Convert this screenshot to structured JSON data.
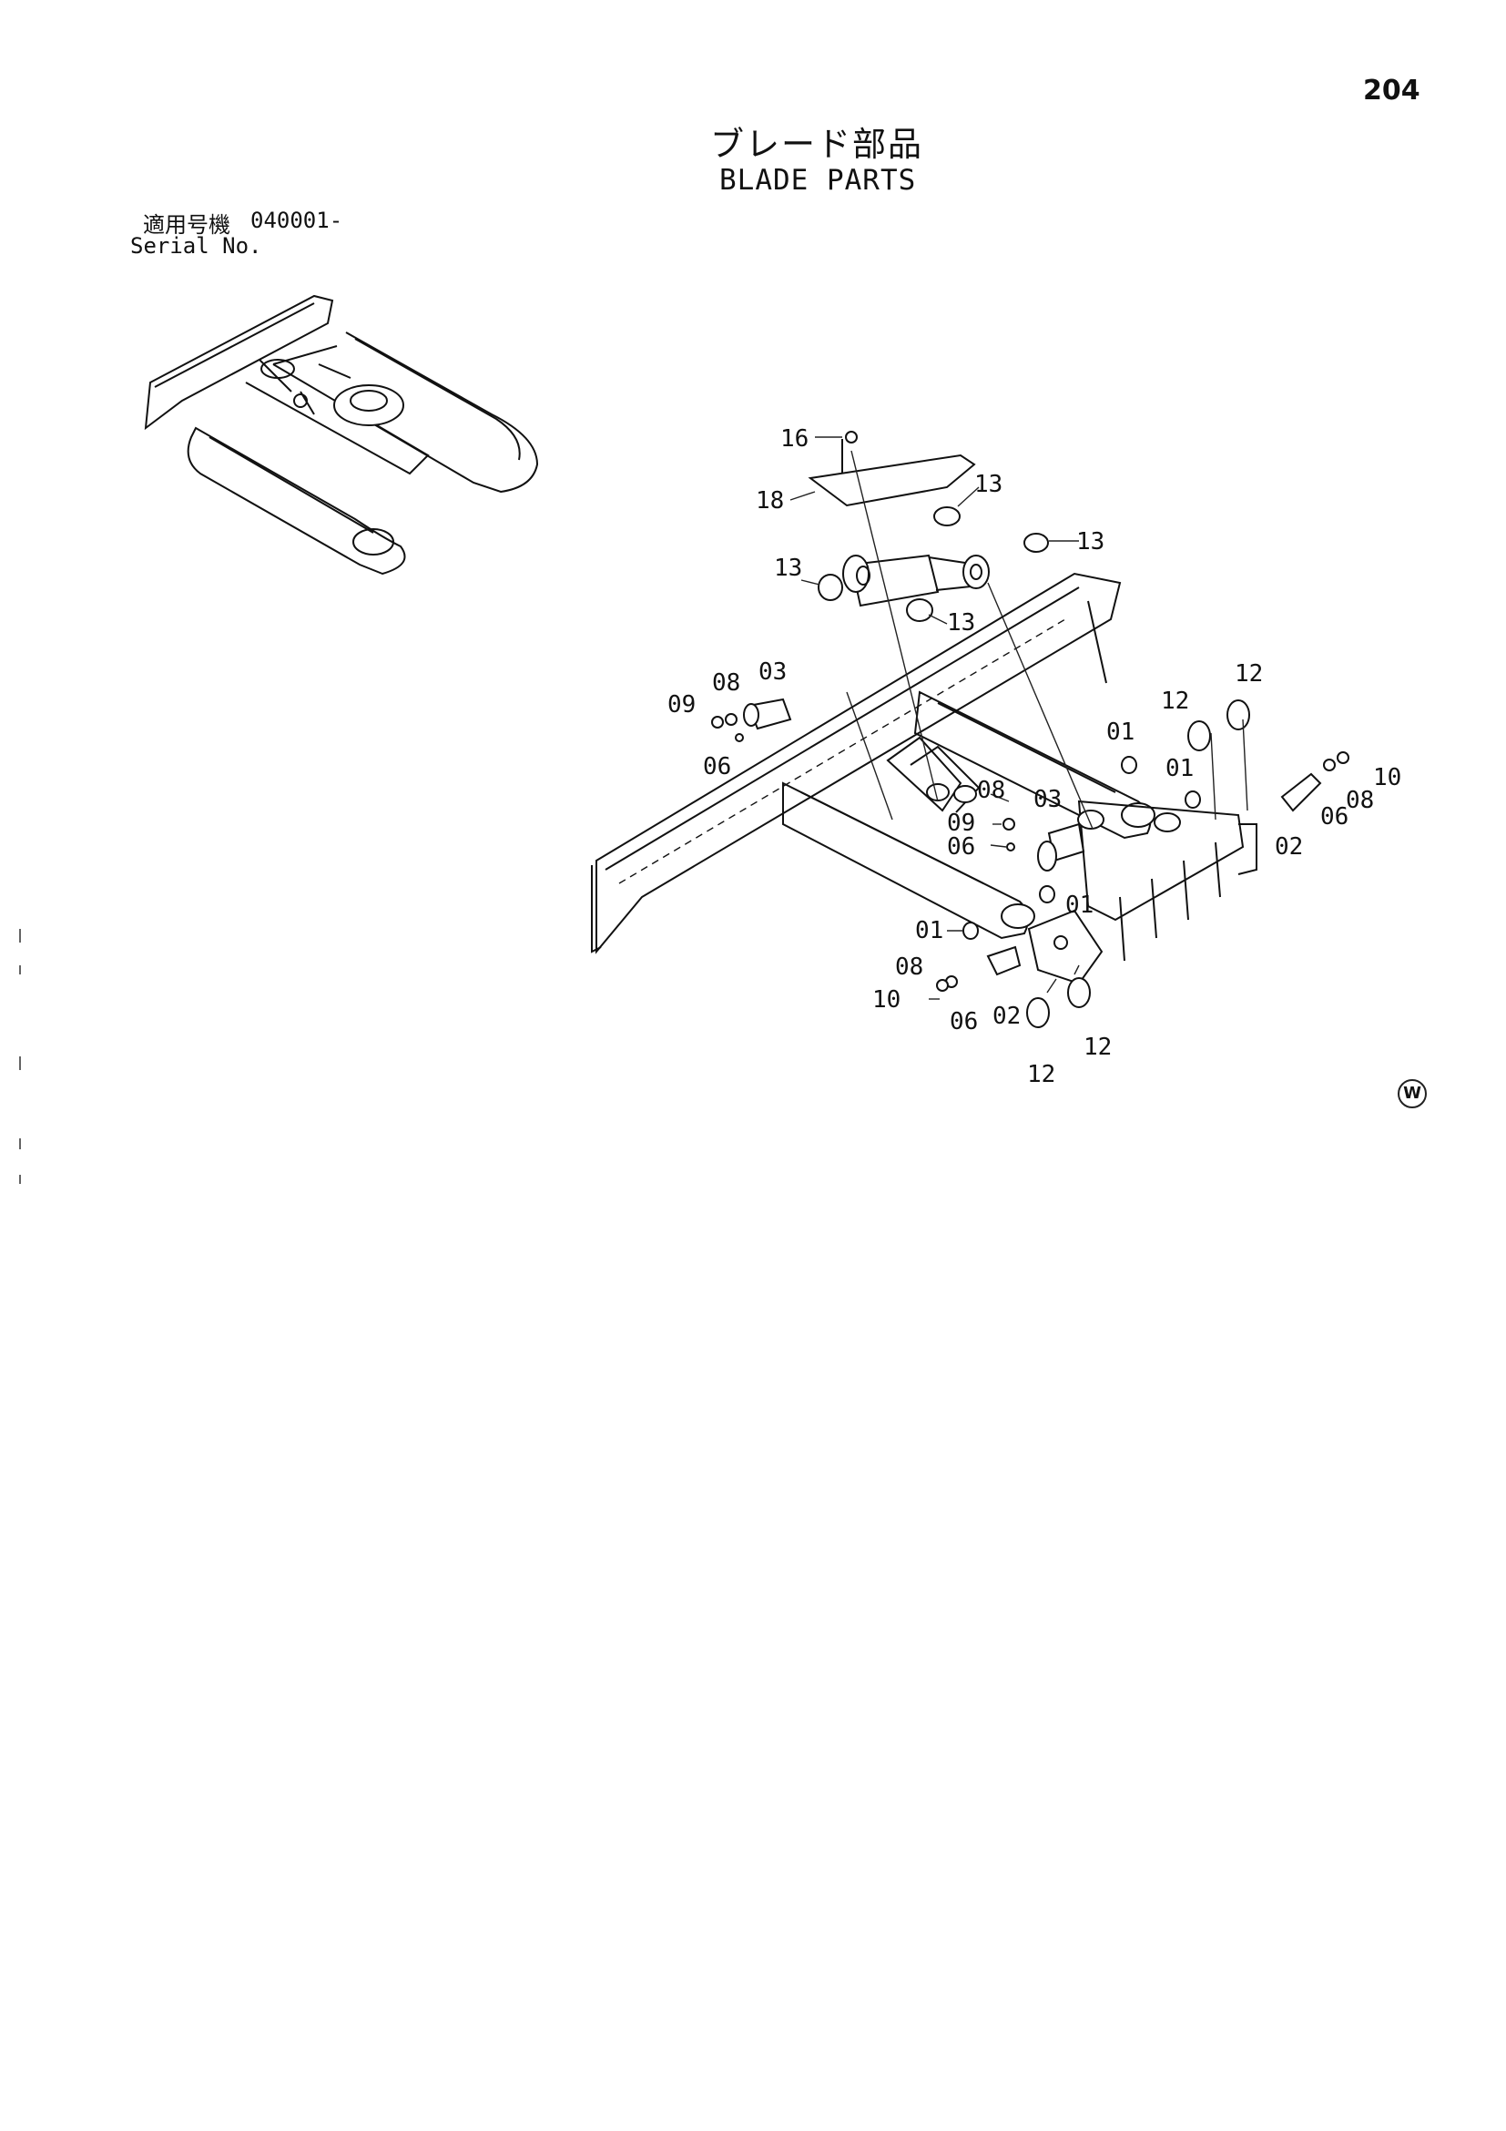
{
  "header": {
    "page_number": "204",
    "title_jp": "ブレード部品",
    "title_en": "BLADE PARTS"
  },
  "serial": {
    "label_jp": "適用号機",
    "value": "040001-",
    "label_en": "Serial No."
  },
  "callouts": [
    {
      "id": "c16",
      "text": "16"
    },
    {
      "id": "c18",
      "text": "18"
    },
    {
      "id": "c13a",
      "text": "13"
    },
    {
      "id": "c13b",
      "text": "13"
    },
    {
      "id": "c13c",
      "text": "13"
    },
    {
      "id": "c13d",
      "text": "13"
    },
    {
      "id": "c09a",
      "text": "09"
    },
    {
      "id": "c08a",
      "text": "08"
    },
    {
      "id": "c03a",
      "text": "03"
    },
    {
      "id": "c06a",
      "text": "06"
    },
    {
      "id": "c08b",
      "text": "08"
    },
    {
      "id": "c03b",
      "text": "03"
    },
    {
      "id": "c09b",
      "text": "09"
    },
    {
      "id": "c06b",
      "text": "06"
    },
    {
      "id": "c01a",
      "text": "01"
    },
    {
      "id": "c01b",
      "text": "01"
    },
    {
      "id": "c12a",
      "text": "12"
    },
    {
      "id": "c12b",
      "text": "12"
    },
    {
      "id": "c10a",
      "text": "10"
    },
    {
      "id": "c08c",
      "text": "08"
    },
    {
      "id": "c06c",
      "text": "06"
    },
    {
      "id": "c02a",
      "text": "02"
    },
    {
      "id": "c01c",
      "text": "01"
    },
    {
      "id": "c01d",
      "text": "01"
    },
    {
      "id": "c08d",
      "text": "08"
    },
    {
      "id": "c10b",
      "text": "10"
    },
    {
      "id": "c06d",
      "text": "06"
    },
    {
      "id": "c02b",
      "text": "02"
    },
    {
      "id": "c12c",
      "text": "12"
    },
    {
      "id": "c12d",
      "text": "12"
    }
  ],
  "mark": {
    "symbol": "W"
  }
}
